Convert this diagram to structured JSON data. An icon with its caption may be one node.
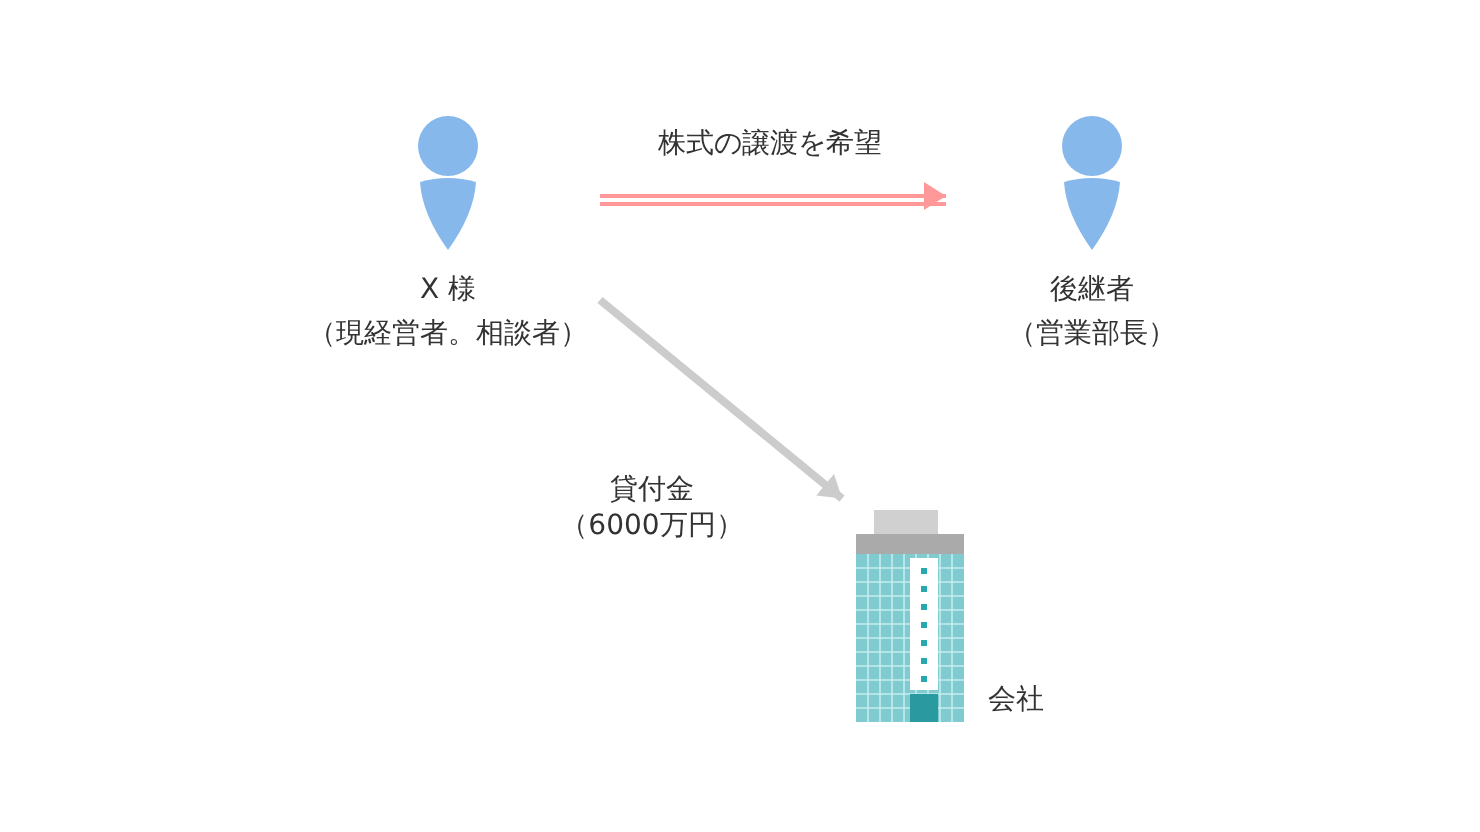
{
  "diagram": {
    "nodes": [
      {
        "text": [
          "X 様",
          "（現経営者。相談者）"
        ]
      },
      {
        "text": [
          "後継者",
          "（営業部長）"
        ]
      },
      {
        "text": [],
        "shape": "picture",
        "beside": [
          "会社"
        ]
      }
    ],
    "edges": [
      {
        "from": 0,
        "to": 1,
        "arrow": "to",
        "label": "株式の譲渡を希望",
        "color": "#ff9999"
      },
      {
        "from": 0,
        "to": 2,
        "arrow": "to",
        "label": "貸付金（6000万円）",
        "color": "#cccccc",
        "style": "thick"
      }
    ]
  }
}
